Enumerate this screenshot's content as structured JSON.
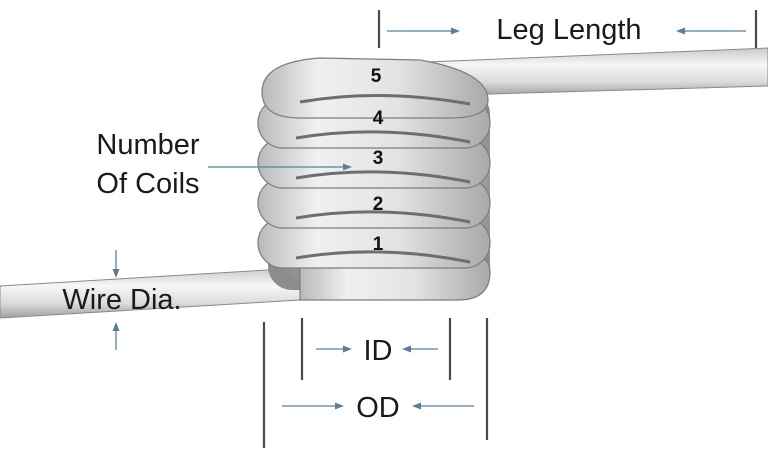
{
  "labels": {
    "leg_length": "Leg Length",
    "number_of_coils_line1": "Number",
    "number_of_coils_line2": "Of Coils",
    "wire_dia": "Wire Dia.",
    "id": "ID",
    "od": "OD"
  },
  "coil_numbers": [
    "1",
    "2",
    "3",
    "4",
    "5"
  ],
  "colors": {
    "arrow": "#5b7f9a",
    "dimension_line": "#4a4a4a",
    "wire_light": "#f4f4f4",
    "wire_dark": "#a8a8a8"
  }
}
